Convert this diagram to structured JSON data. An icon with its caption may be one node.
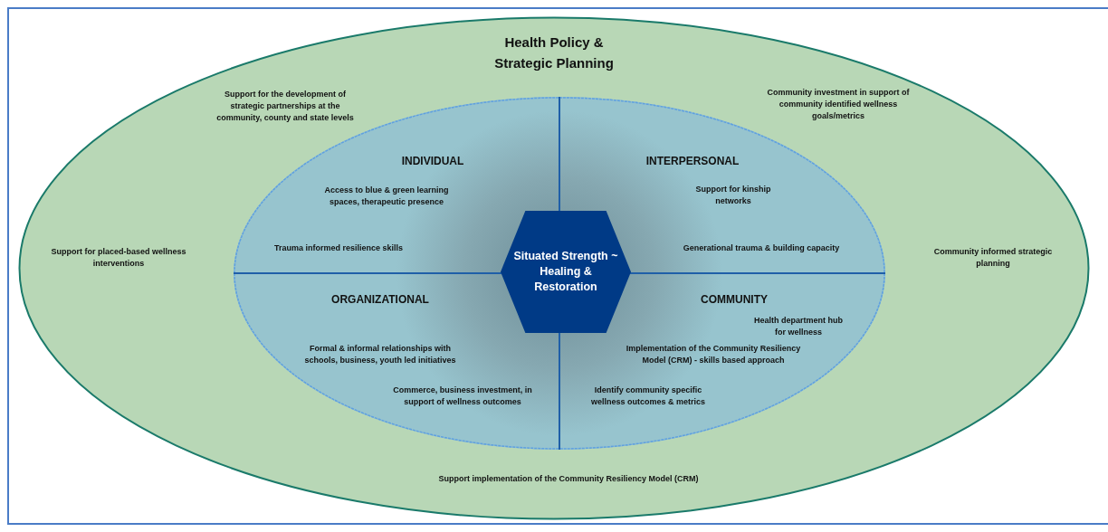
{
  "diagram": {
    "nodes": [
      {
        "text": [
          "Health Policy & Strategic Planning",
          "Support for the development of strategic partnerships at the community, county and state levels",
          "Community investment in support of community identified wellness goals/metrics",
          "Support for placed-based wellness interventions",
          "Community informed strategic planning",
          "Support implementation of the Community Resiliency Model (CRM)"
        ]
      },
      {
        "text": [],
        "shape": "ellipse",
        "in": 0
      },
      {
        "text": [
          "INDIVIDUAL",
          "Access to blue & green learning spaces, therapeutic presence",
          "Trauma informed resilience skills"
        ],
        "in": 1
      },
      {
        "text": [
          "INTERPERSONAL",
          "Support for kinship networks",
          "Generational trauma & building capacity"
        ],
        "in": 1
      },
      {
        "text": [
          "ORGANIZATIONAL",
          "Formal & informal relationships with schools, business, youth led initiatives",
          "Commerce, business investment, in support of wellness outcomes"
        ],
        "in": 1
      },
      {
        "text": [
          "COMMUNITY",
          "Health department hub for wellness",
          "Implementation of the Community Resiliency Model (CRM) - skills based approach",
          "Identify community specific wellness outcomes & metrics"
        ],
        "in": 1
      },
      {
        "text": [
          "Situated Strength ~ Healing & Restoration"
        ],
        "in": 1
      }
    ]
  }
}
